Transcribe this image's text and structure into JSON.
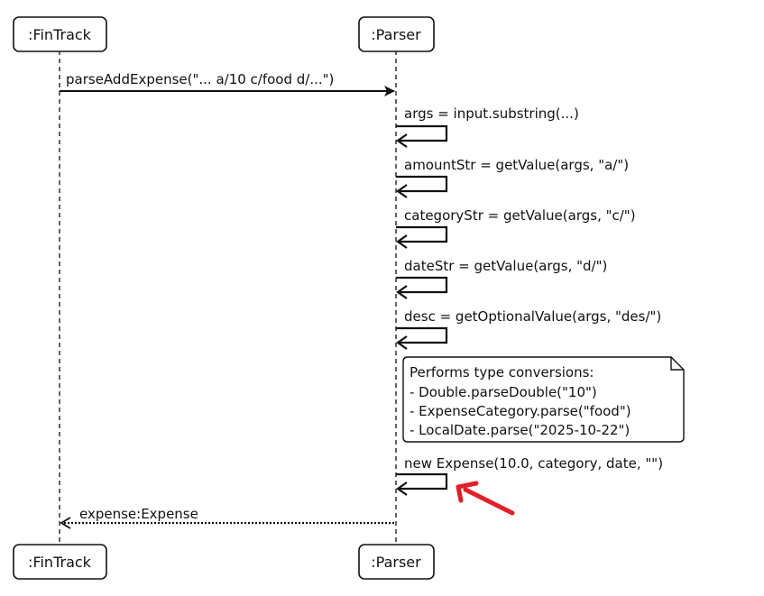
{
  "participants": {
    "left": {
      "top_label": ":FinTrack",
      "bottom_label": ":FinTrack"
    },
    "right": {
      "top_label": ":Parser",
      "bottom_label": ":Parser"
    }
  },
  "messages": {
    "call": "parseAddExpense(\"... a/10 c/food d/...\")",
    "self_calls": [
      "args = input.substring(...)",
      "amountStr = getValue(args, \"a/\")",
      "categoryStr = getValue(args, \"c/\")",
      "dateStr = getValue(args, \"d/\")",
      "desc = getOptionalValue(args, \"des/\")",
      "new Expense(10.0, category, date, \"\")"
    ],
    "return": "expense:Expense"
  },
  "note": {
    "lines": [
      "Performs type conversions:",
      "- Double.parseDouble(\"10\")",
      "- ExpenseCategory.parse(\"food\")",
      "- LocalDate.parse(\"2025-10-22\")"
    ]
  },
  "colors": {
    "line": "#111111",
    "annotation_arrow": "#e0202a"
  }
}
